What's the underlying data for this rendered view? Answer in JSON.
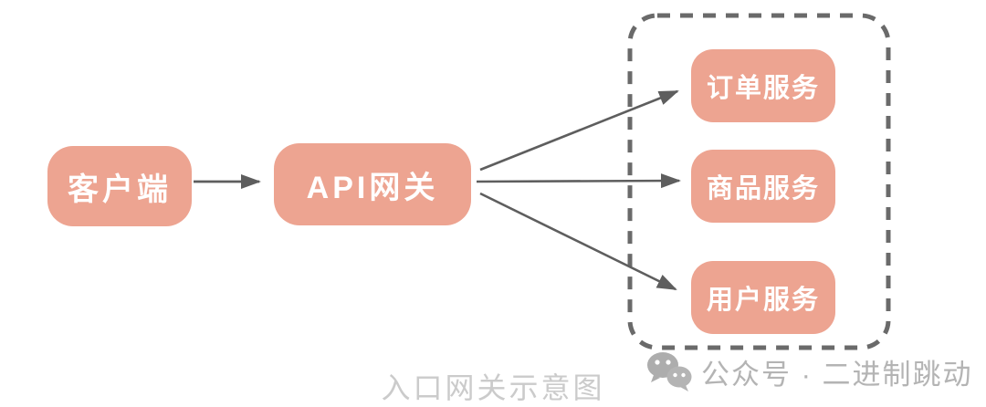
{
  "diagram": {
    "client": {
      "label": "客户端"
    },
    "gateway": {
      "label": "API网关"
    },
    "services": [
      {
        "label": "订单服务"
      },
      {
        "label": "商品服务"
      },
      {
        "label": "用户服务"
      }
    ],
    "caption": "入口网关示意图"
  },
  "watermark": {
    "icon": "wechat-icon",
    "text": "公众号 · 二进制跳动"
  },
  "colors": {
    "node_fill": "#eda491",
    "node_text": "#ffffff",
    "arrow": "#5e5e5e",
    "dashed_border": "#6a6a6a",
    "caption_text": "#cbcbcb",
    "watermark_gray": "#adadad"
  }
}
